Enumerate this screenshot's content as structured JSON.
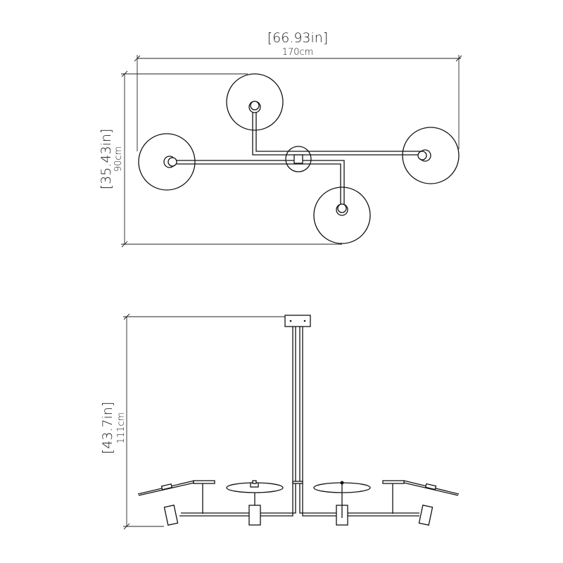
{
  "top_view": {
    "width_in": "[66.93in]",
    "width_cm": "170cm",
    "depth_in": "[35.43in]",
    "depth_cm": "90cm"
  },
  "side_view": {
    "height_in": "[43.7in]",
    "height_cm": "111cm"
  }
}
